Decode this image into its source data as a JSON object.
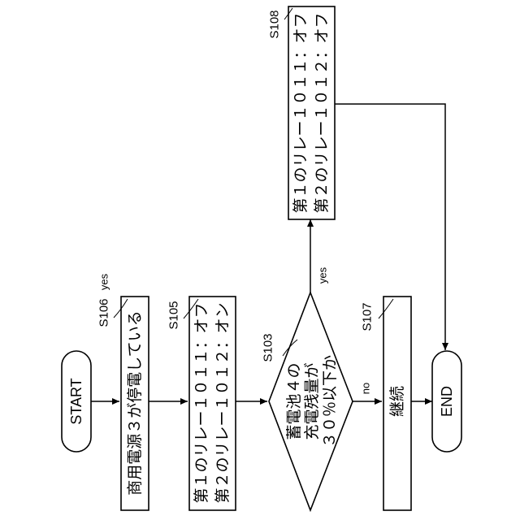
{
  "flowchart": {
    "start": "START",
    "end": "END",
    "s106": {
      "id": "S106",
      "branch": "yes",
      "text": "商用電源３が停電している"
    },
    "s105": {
      "id": "S105",
      "line1": "第１のリレー１０１１：オフ",
      "line2": "第２のリレー１０１２：オン"
    },
    "s103": {
      "id": "S103",
      "line1": "蓄電池４の",
      "line2": "充電残量が",
      "line3": "３０％以下か",
      "yes": "yes",
      "no": "no"
    },
    "s107": {
      "id": "S107",
      "text": "継続"
    },
    "s108": {
      "id": "S108",
      "line1": "第１のリレー１０１１：オフ",
      "line2": "第２のリレー１０１２：オフ"
    }
  }
}
